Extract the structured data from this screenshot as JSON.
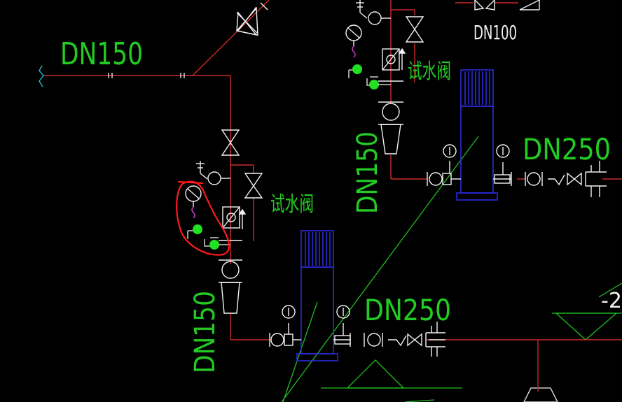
{
  "colors": {
    "background": "#000000",
    "pipe": "#cc2a2a",
    "symbol": "#f2f2f2",
    "label": "#22cc22",
    "green_line": "#1fbf1f",
    "pump": "#2a2ae0",
    "highlight": "#ff1a1a",
    "switch_pink": "#d040d0",
    "switch_dot": "#22e022",
    "break_mark": "#22b8d0"
  },
  "labels": {
    "dn150_top": "DN150",
    "dn100": "DN100",
    "dn150_vert_right": "DN150",
    "dn250_right": "DN250",
    "dn150_vert_left": "DN150",
    "dn250_lower": "DN250",
    "test_valve_upper": "试水阀",
    "test_valve_left": "试水阀",
    "edge_minus": "-2"
  },
  "icons": {
    "gate_valve": "bowtie-valve-icon",
    "check_valve": "check-valve-icon",
    "pressure_gauge": "pressure-gauge-icon",
    "flow_switch": "flow-switch-icon",
    "alarm_valve": "alarm-valve-icon",
    "pump": "vertical-pump-icon"
  }
}
